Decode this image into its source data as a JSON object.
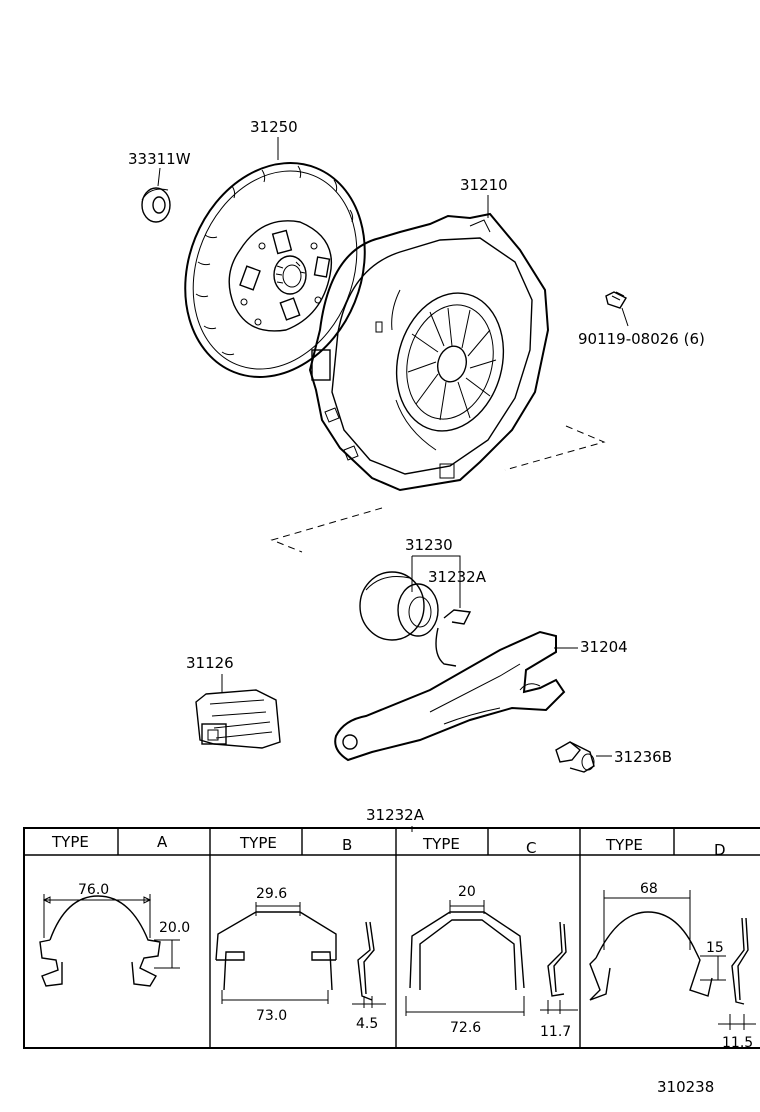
{
  "parts": {
    "disc": "31250",
    "bearing_pilot": "33311W",
    "cover": "31210",
    "bolt": "90119-08026 (6)",
    "release_bearing": "31230",
    "clip": "31232A",
    "fork": "31204",
    "boot": "31126",
    "fork_support": "31236B"
  },
  "clip_table": {
    "title": "31232A",
    "type_label": "TYPE",
    "types": [
      {
        "letter": "A",
        "dims": [
          "76.0",
          "20.0"
        ]
      },
      {
        "letter": "B",
        "dims": [
          "29.6",
          "73.0",
          "4.5"
        ]
      },
      {
        "letter": "C",
        "dims": [
          "20",
          "72.6",
          "11.7"
        ]
      },
      {
        "letter": "D",
        "dims": [
          "68",
          "15",
          "11.5"
        ]
      }
    ]
  },
  "figure_number": "310238"
}
